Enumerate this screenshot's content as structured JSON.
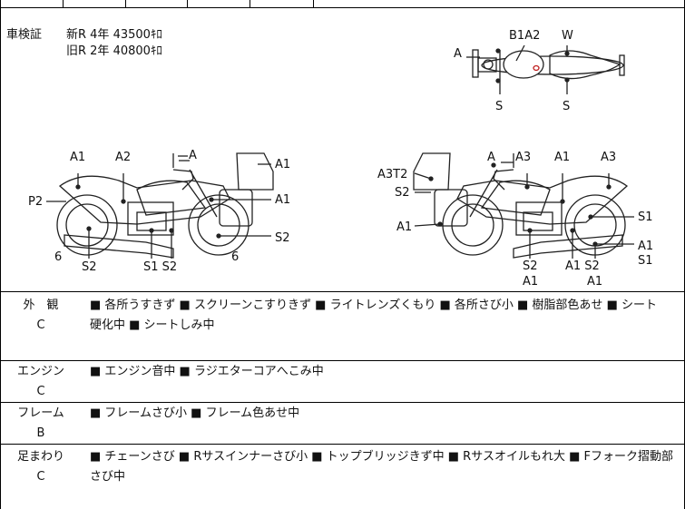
{
  "inspection": {
    "label": "車検証",
    "new_reg": "新R 4年 43500ｷﾛ",
    "old_reg": "旧R 2年 40800ｷﾛ"
  },
  "top_view": {
    "labels": [
      "A",
      "B1A2",
      "W",
      "S",
      "S"
    ]
  },
  "left_view": {
    "labels": [
      "A1",
      "A2",
      "A",
      "A1",
      "A1",
      "P2",
      "S2",
      "6",
      "S2",
      "S1 S2",
      "6"
    ]
  },
  "right_view": {
    "labels": [
      "A",
      "A3",
      "A1",
      "A3",
      "A3T2",
      "S2",
      "A1",
      "S1",
      "A1",
      "S1",
      "S2",
      "A1",
      "A1 S2",
      "A1"
    ]
  },
  "conditions": [
    {
      "category": "外　観",
      "grade": "C",
      "line1": "■ 各所うすきず ■ スクリーンこすりきず ■ ライトレンズくもり ■ 各所さび小 ■ 樹脂部色あせ ■ シート",
      "line2": "硬化中 ■ シートしみ中"
    },
    {
      "category": "エンジン",
      "grade": "C",
      "line1": "■ エンジン音中 ■ ラジエターコアへこみ中",
      "line2": ""
    },
    {
      "category": "フレーム",
      "grade": "B",
      "line1": "■ フレームさび小 ■ フレーム色あせ中",
      "line2": ""
    },
    {
      "category": "足まわり",
      "grade": "C",
      "line1": "■ チェーンさび ■ Rサスインナーさび小 ■ トップブリッジきず中 ■ Rサスオイルもれ大 ■ Fフォーク摺動部",
      "line2": "さび中"
    }
  ]
}
